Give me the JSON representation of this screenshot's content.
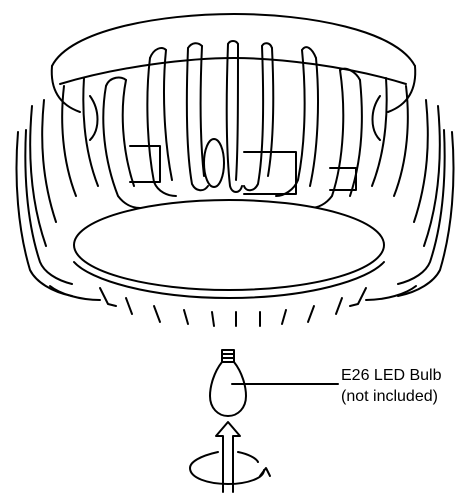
{
  "callout": {
    "line1": "E26 LED Bulb",
    "line2": "(not included)"
  },
  "icons": {
    "fixture": "drum-ceiling-light-fixture",
    "bulb": "edison-bulb-icon",
    "install": "screw-in-rotate-arrow-icon"
  },
  "colors": {
    "stroke": "#000000",
    "background": "#ffffff"
  }
}
